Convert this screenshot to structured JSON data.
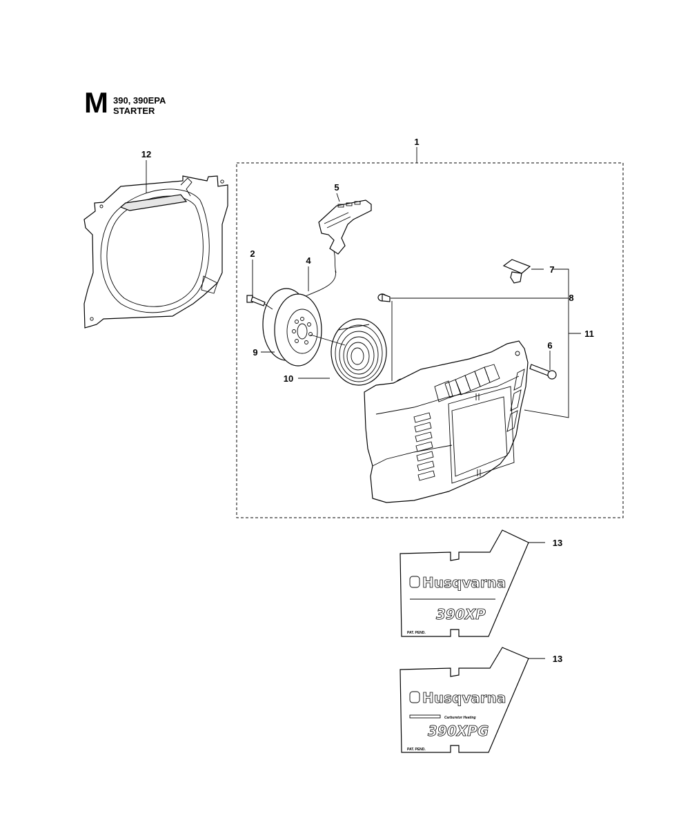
{
  "header": {
    "section": "M",
    "models": "390, 390EPA",
    "title": "STARTER"
  },
  "callouts": {
    "c1": "1",
    "c2": "2",
    "c4": "4",
    "c5": "5",
    "c6": "6",
    "c7": "7",
    "c8": "8",
    "c9": "9",
    "c10": "10",
    "c11": "11",
    "c12": "12",
    "c13a": "13",
    "c13b": "13"
  },
  "decal_a": {
    "brand": "Husqvarna",
    "model": "390XP",
    "patent": "PAT. PEND."
  },
  "decal_b": {
    "brand": "Husqvarna",
    "subtitle": "Carburetor Heating",
    "model": "390XPG",
    "patent": "PAT. PEND."
  }
}
